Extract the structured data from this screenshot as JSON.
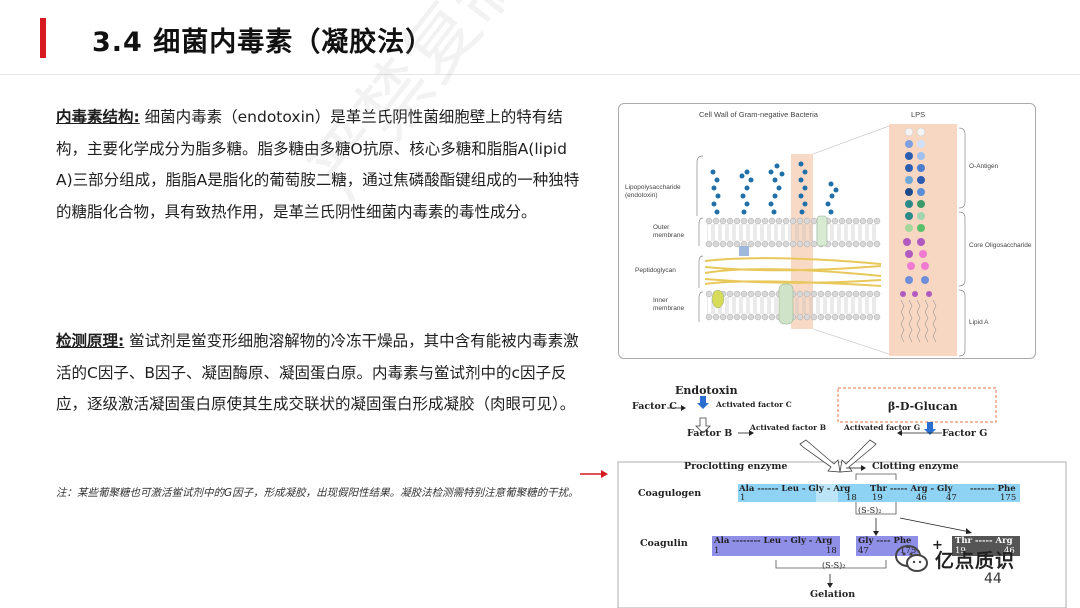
{
  "slide": {
    "title": "3.4 细菌内毒素（凝胶法）",
    "page_number": "44",
    "watermark": "严禁复制"
  },
  "structure": {
    "lead": "内毒素结构:",
    "text": " 细菌内毒素（endotoxin）是革兰氏阴性菌细胞壁上的特有结构，主要化学成分为脂多糖。脂多糖由多糖O抗原、核心多糖和脂脂A(lipid A)三部分组成，脂脂A是脂化的葡萄胺二糖，通过焦磷酸酯键组成的一种独特的糖脂化合物，具有致热作用，是革兰氏阴性细菌内毒素的毒性成分。"
  },
  "principle": {
    "lead": "检测原理:",
    "text": " 鲎试剂是鲎变形细胞溶解物的冷冻干燥品，其中含有能被内毒素激活的C因子、B因子、凝固酶原、凝固蛋白原。内毒素与鲎试剂中的c因子反应，逐级激活凝固蛋白原使其生成交联状的凝固蛋白形成凝胶（肉眼可见）。"
  },
  "note": "注：某些葡聚糖也可激活鲎试剂中的G因子，形成凝胶，出现假阳性结果。凝胶法检测需特别注意葡聚糖的干扰。",
  "cell_wall": {
    "title": "Cell Wall of Gram-negative Bacteria",
    "lps_title": "LPS",
    "labels": {
      "lps": "Lipopolysaccharide (endotoxin)",
      "outer": "Outer membrane",
      "pepti": "Peptidoglycan",
      "inner": "Inner membrane",
      "oantigen": "O-Antigen",
      "core": "Core Oligosaccharide",
      "lipida": "Lipid A"
    }
  },
  "cascade": {
    "endotoxin": "Endotoxin",
    "factor_c": "Factor C",
    "activated_c": "Activated factor C",
    "factor_b": "Factor B",
    "activated_b": "Activated factor B",
    "glucan": "β-D-Glucan",
    "activated_g": "Activated factor G",
    "factor_g": "Factor G",
    "proclotting": "Proclotting enzyme",
    "clotting": "Clotting enzyme",
    "coagulogen": "Coagulogen",
    "coagulogen_chain": {
      "s1": "Ala ------ Leu - Gly - Arg",
      "s2": "Thr ----- Arg - Gly",
      "s3": "------- Phe",
      "n1": "1",
      "n2": "18",
      "n3": "19",
      "n4": "46",
      "n5": "47",
      "n6": "175"
    },
    "ss": "(S-S)₂",
    "coagulin": "Coagulin",
    "coagulin_chain": {
      "a": "Ala -------- Leu - Gly - Arg",
      "a_n1": "1",
      "a_n2": "18",
      "b": "Gly ---- Phe",
      "b_n1": "47",
      "b_n2": "175",
      "c": "Thr ----- Arg",
      "c_n1": "19",
      "c_n2": "46"
    },
    "plus": "+",
    "ss2": "(S-S)₂",
    "gelation": "Gelation"
  },
  "brand": {
    "name": "亿点质识"
  },
  "colors": {
    "accent_red": "#d71920",
    "chain_blue": "#8fd3f4",
    "chain_purple": "#8f8fe8",
    "chain_dark": "#555555"
  }
}
